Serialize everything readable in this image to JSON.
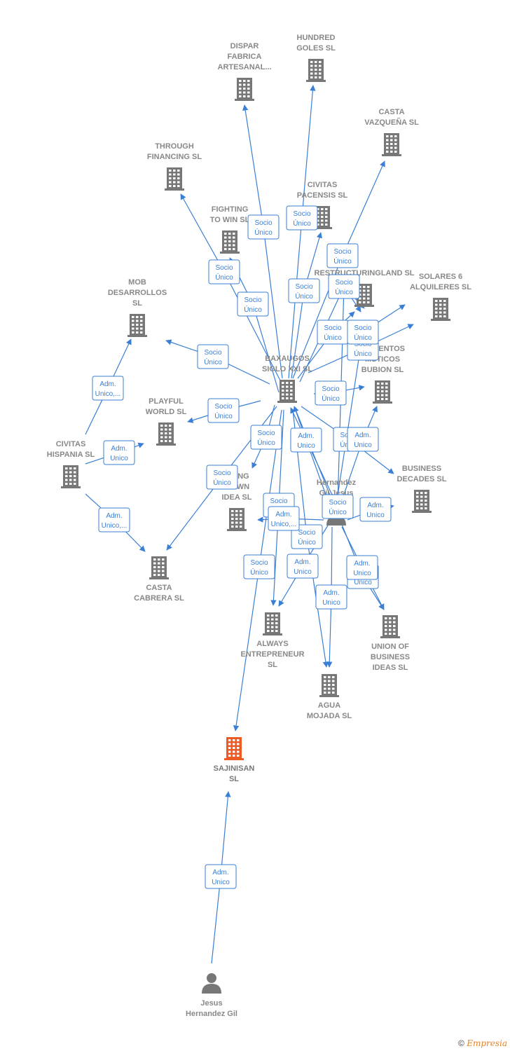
{
  "colors": {
    "edge": "#3a7fd5",
    "node": "#777777",
    "focus": "#ee5a24"
  },
  "nodes": [
    {
      "id": "dispar",
      "label": [
        "DISPAR",
        "FABRICA",
        "ARTESANAL..."
      ],
      "icon": "building-icon"
    },
    {
      "id": "hundred",
      "label": [
        "HUNDRED",
        "GOLES  SL"
      ],
      "icon": "building-icon"
    },
    {
      "id": "casta_vaz",
      "label": [
        "CASTA",
        "VAZQUEÑA  SL"
      ],
      "icon": "building-icon"
    },
    {
      "id": "through",
      "label": [
        "THROUGH",
        "FINANCING  SL"
      ],
      "icon": "building-icon"
    },
    {
      "id": "civitas_pac",
      "label": [
        "CIVITAS",
        "PACENSIS  SL"
      ],
      "icon": "building-icon"
    },
    {
      "id": "fighting",
      "label": [
        "FIGHTING",
        "TO WIN  SL"
      ],
      "icon": "building-icon"
    },
    {
      "id": "restructuring",
      "label": [
        "RESTRUCTURINGLAND SL"
      ],
      "icon": "building-icon"
    },
    {
      "id": "solares",
      "label": [
        "SOLARES 6",
        "ALQUILERES SL"
      ],
      "icon": "building-icon"
    },
    {
      "id": "mob",
      "label": [
        "MOB",
        "DESARROLLOS",
        "SL"
      ],
      "icon": "building-icon"
    },
    {
      "id": "baxaugos",
      "label": [
        "BAXAUGOS",
        "SIGLO XXI SL"
      ],
      "icon": "building-icon"
    },
    {
      "id": "apartamentos",
      "label": [
        "...AMENTOS",
        "...STICOS",
        "BUBION SL"
      ],
      "icon": "building-icon"
    },
    {
      "id": "playful",
      "label": [
        "PLAYFUL",
        "WORLD  SL"
      ],
      "icon": "building-icon"
    },
    {
      "id": "civitas_his",
      "label": [
        "CIVITAS",
        "HISPANIA  SL"
      ],
      "icon": "building-icon"
    },
    {
      "id": "business",
      "label": [
        "BUSINESS",
        "DECADES  SL"
      ],
      "icon": "building-icon"
    },
    {
      "id": "ting",
      "label": [
        "...TING",
        "...OWN",
        "IDEA  SL"
      ],
      "icon": "building-icon"
    },
    {
      "id": "hernandez_gil",
      "label": [
        "Hernandez",
        "Gil Jesus"
      ],
      "icon": "person-icon"
    },
    {
      "id": "casta_cab",
      "label": [
        "CASTA",
        "CABRERA  SL"
      ],
      "icon": "building-icon"
    },
    {
      "id": "always",
      "label": [
        "ALWAYS",
        "ENTREPRENEUR",
        "SL"
      ],
      "icon": "building-icon"
    },
    {
      "id": "union",
      "label": [
        "UNION OF",
        "BUSINESS",
        "IDEAS  SL"
      ],
      "icon": "building-icon"
    },
    {
      "id": "agua",
      "label": [
        "AGUA",
        "MOJADA  SL"
      ],
      "icon": "building-icon"
    },
    {
      "id": "sajinisan",
      "label": [
        "SAJINISAN",
        "SL"
      ],
      "icon": "building-icon",
      "focus": true
    },
    {
      "id": "jesus",
      "label": [
        "Jesus",
        "Hernandez Gil"
      ],
      "icon": "person-icon"
    }
  ],
  "edges": [
    {
      "from": "baxaugos",
      "to": "dispar",
      "rel": [
        "Socio",
        "Único"
      ]
    },
    {
      "from": "baxaugos",
      "to": "hundred",
      "rel": [
        "Socio",
        "Único"
      ]
    },
    {
      "from": "baxaugos",
      "to": "casta_vaz",
      "rel": [
        "Socio",
        "Único"
      ]
    },
    {
      "from": "baxaugos",
      "to": "through",
      "rel": [
        "Socio",
        "Único"
      ]
    },
    {
      "from": "baxaugos",
      "to": "fighting",
      "rel": [
        "Socio",
        "Único"
      ]
    },
    {
      "from": "baxaugos",
      "to": "civitas_pac",
      "rel": [
        "Socio",
        "Único"
      ]
    },
    {
      "from": "baxaugos",
      "to": "restructuring",
      "rel": [
        "Socio",
        "Único"
      ]
    },
    {
      "from": "baxaugos",
      "to": "restructuring",
      "rel": [
        "Socio",
        "Único"
      ]
    },
    {
      "from": "baxaugos",
      "to": "solares",
      "rel": [
        "Socio",
        "Único"
      ]
    },
    {
      "from": "baxaugos",
      "to": "mob",
      "rel": [
        "Socio",
        "Único"
      ]
    },
    {
      "from": "baxaugos",
      "to": "apartamentos",
      "rel": [
        "Socio",
        "Único"
      ]
    },
    {
      "from": "baxaugos",
      "to": "playful",
      "rel": [
        "Socio",
        "Único"
      ]
    },
    {
      "from": "baxaugos",
      "to": "ting",
      "rel": [
        "Socio",
        "Único"
      ]
    },
    {
      "from": "baxaugos",
      "to": "casta_cab",
      "rel": [
        "Socio",
        "Único"
      ]
    },
    {
      "from": "baxaugos",
      "to": "business",
      "rel": [
        "Socio",
        "Único"
      ]
    },
    {
      "from": "baxaugos",
      "to": "always",
      "rel": [
        "Socio",
        "Único"
      ]
    },
    {
      "from": "baxaugos",
      "to": "sajinisan",
      "rel": [
        "Socio",
        "Único"
      ]
    },
    {
      "from": "baxaugos",
      "to": "agua",
      "rel": [
        "Socio",
        "Único"
      ]
    },
    {
      "from": "baxaugos",
      "to": "union",
      "rel": [
        "Socio",
        "Único"
      ]
    },
    {
      "from": "civitas_his",
      "to": "mob",
      "rel": [
        "Adm.",
        "Unico,..."
      ]
    },
    {
      "from": "civitas_his",
      "to": "playful",
      "rel": [
        "Adm.",
        "Unico"
      ]
    },
    {
      "from": "civitas_his",
      "to": "casta_cab",
      "rel": [
        "Adm.",
        "Unico,..."
      ]
    },
    {
      "from": "hernandez_gil",
      "to": "baxaugos",
      "rel": [
        "Adm.",
        "Unico"
      ]
    },
    {
      "from": "hernandez_gil",
      "to": "apartamentos",
      "rel": [
        "Adm.",
        "Unico"
      ]
    },
    {
      "from": "hernandez_gil",
      "to": "business",
      "rel": [
        "Adm.",
        "Unico"
      ]
    },
    {
      "from": "hernandez_gil",
      "to": "ting",
      "rel": [
        "Adm.",
        "Unico,..."
      ]
    },
    {
      "from": "hernandez_gil",
      "to": "always",
      "rel": [
        "Adm.",
        "Unico"
      ]
    },
    {
      "from": "hernandez_gil",
      "to": "agua",
      "rel": [
        "Adm.",
        "Unico"
      ]
    },
    {
      "from": "hernandez_gil",
      "to": "union",
      "rel": [
        "Adm.",
        "Unico"
      ]
    },
    {
      "from": "hernandez_gil",
      "to": "solares",
      "rel": [
        "Socio",
        "Único"
      ]
    },
    {
      "from": "hernandez_gil",
      "to": "restructuring",
      "rel": [
        "Socio",
        "Único"
      ]
    },
    {
      "from": "hernandez_gil",
      "to": "baxaugos",
      "rel": [
        "Socio",
        "Único"
      ]
    },
    {
      "from": "jesus",
      "to": "sajinisan",
      "rel": [
        "Adm.",
        "Unico"
      ]
    }
  ],
  "footer": {
    "copyright": "©",
    "brand": "Empresia"
  }
}
